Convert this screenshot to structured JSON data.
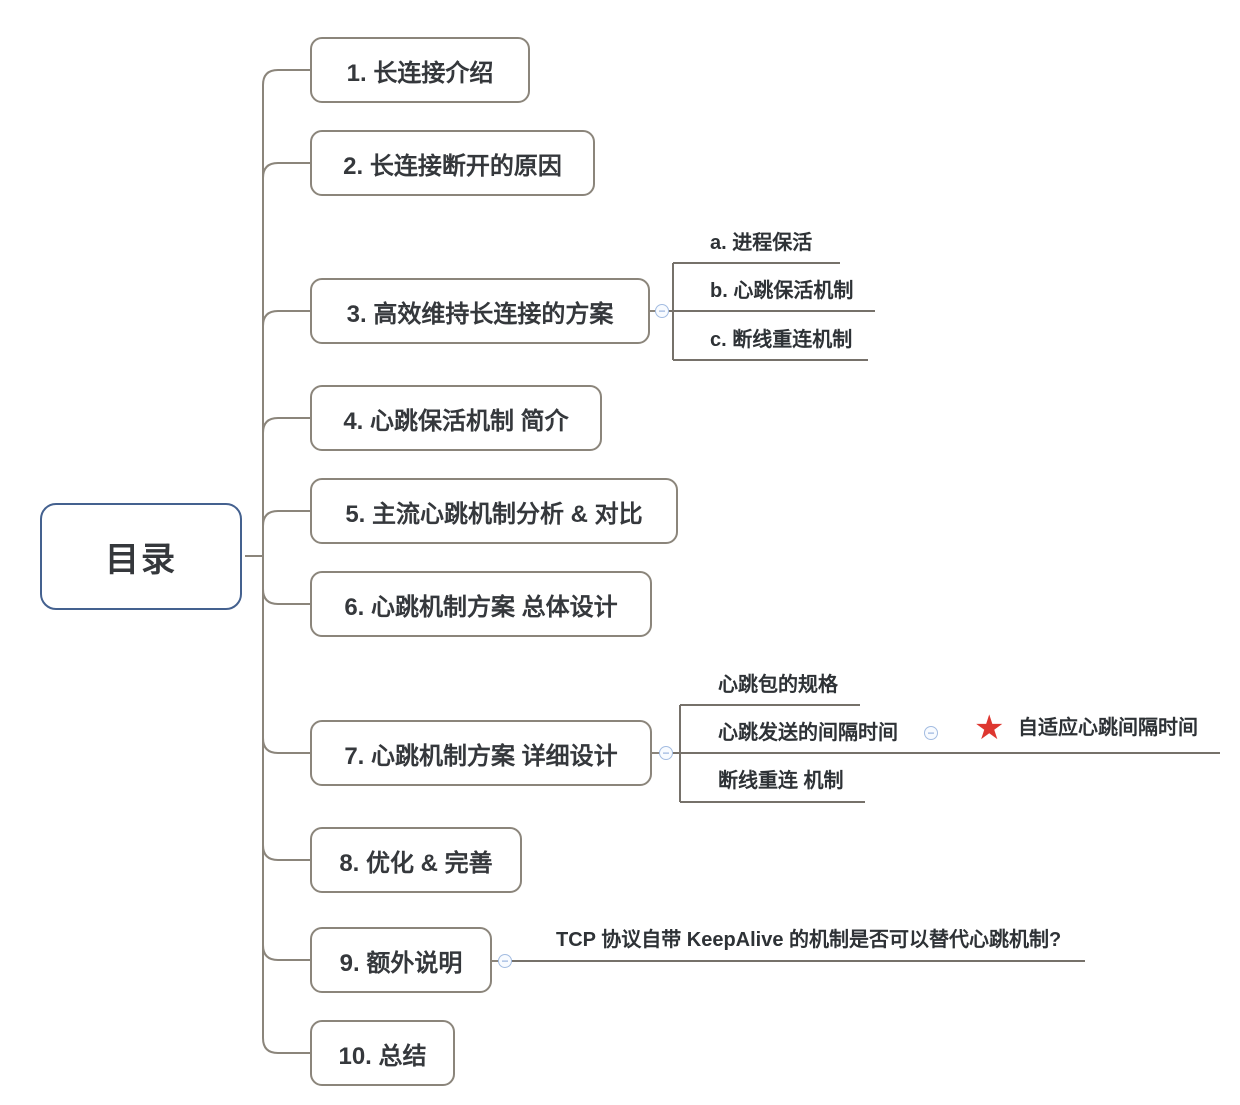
{
  "root": {
    "label": "目录"
  },
  "branches": [
    {
      "label": "1. 长连接介绍"
    },
    {
      "label": "2. 长连接断开的原因"
    },
    {
      "label": "3. 高效维持长连接的方案",
      "children": [
        {
          "label": "a. 进程保活"
        },
        {
          "label": "b. 心跳保活机制"
        },
        {
          "label": "c. 断线重连机制"
        }
      ]
    },
    {
      "label": "4. 心跳保活机制 简介"
    },
    {
      "label": "5. 主流心跳机制分析 & 对比"
    },
    {
      "label": "6. 心跳机制方案 总体设计"
    },
    {
      "label": "7. 心跳机制方案 详细设计",
      "children": [
        {
          "label": "心跳包的规格"
        },
        {
          "label": "心跳发送的间隔时间",
          "children": [
            {
              "label": "自适应心跳间隔时间",
              "marker": "red-star"
            }
          ]
        },
        {
          "label": "断线重连 机制"
        }
      ]
    },
    {
      "label": "8. 优化 & 完善"
    },
    {
      "label": "9. 额外说明",
      "children": [
        {
          "label": "TCP 协议自带 KeepAlive 的机制是否可以替代心跳机制?"
        }
      ]
    },
    {
      "label": "10. 总结"
    }
  ],
  "icons": {
    "collapse_minus": "−",
    "star": "★"
  },
  "colors": {
    "root_border": "#44618f",
    "topic_border": "#8b857b",
    "connector": "#8b857b",
    "underline": "#76716a",
    "collapse_blue": "#a3bce1",
    "star_red": "#de3730",
    "text": "#35383c"
  }
}
